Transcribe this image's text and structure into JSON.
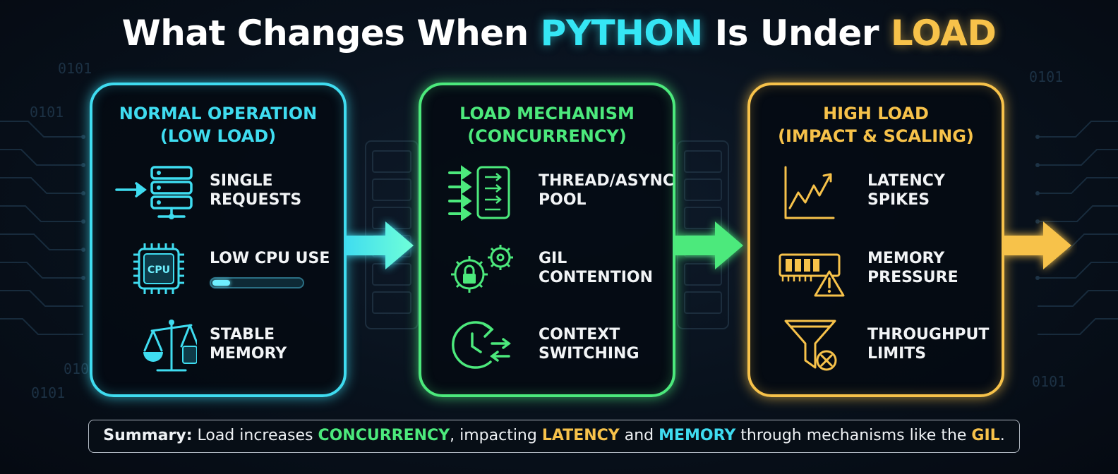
{
  "title": {
    "part1": "What Changes When ",
    "python": "PYTHON",
    "part2": " Is Under ",
    "load": "LOAD"
  },
  "background_binary": [
    "0101",
    "0101",
    "0101",
    "010",
    "0101",
    "0101"
  ],
  "colors": {
    "cyan": "#3fdcf0",
    "green": "#4ce97c",
    "yellow": "#f7c24a"
  },
  "panels": [
    {
      "heading": [
        "NORMAL OPERATION",
        "(LOW LOAD)"
      ],
      "items": [
        {
          "icon": "server-arrow-icon",
          "text": [
            "SINGLE",
            "REQUESTS"
          ]
        },
        {
          "icon": "cpu-chip-icon",
          "icon_label": "CPU",
          "text": [
            "LOW CPU USE"
          ],
          "usage_fraction": 0.2
        },
        {
          "icon": "balance-scale-icon",
          "text": [
            "STABLE",
            "MEMORY"
          ]
        }
      ]
    },
    {
      "heading": [
        "LOAD MECHANISM",
        "(CONCURRENCY)"
      ],
      "items": [
        {
          "icon": "thread-pool-icon",
          "text": [
            "THREAD/ASYNC",
            "POOL"
          ]
        },
        {
          "icon": "gear-lock-icon",
          "text": [
            "GIL",
            "CONTENTION"
          ]
        },
        {
          "icon": "clock-switch-icon",
          "text": [
            "CONTEXT",
            "SWITCHING"
          ]
        }
      ]
    },
    {
      "heading": [
        "HIGH LOAD",
        "(IMPACT & SCALING)"
      ],
      "items": [
        {
          "icon": "latency-chart-icon",
          "text": [
            "LATENCY",
            "SPIKES"
          ]
        },
        {
          "icon": "memory-warning-icon",
          "text": [
            "MEMORY",
            "PRESSURE"
          ]
        },
        {
          "icon": "funnel-blocked-icon",
          "text": [
            "THROUGHPUT",
            "LIMITS"
          ]
        }
      ]
    }
  ],
  "summary": {
    "label": "Summary:",
    "t1": " Load increases ",
    "concurrency": "CONCURRENCY",
    "t2": ", impacting ",
    "latency": "LATENCY",
    "t3": " and ",
    "memory": "MEMORY",
    "t4": " through mechanisms like the ",
    "gil": "GIL",
    "t5": "."
  }
}
